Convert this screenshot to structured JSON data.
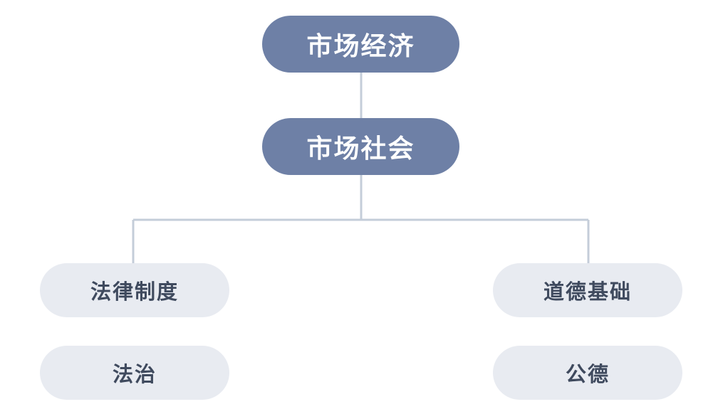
{
  "diagram": {
    "top": {
      "market_economy": "市场经济",
      "market_society": "市场社会"
    },
    "left": {
      "legal_system": "法律制度",
      "rule_of_law": "法治"
    },
    "right": {
      "moral_basis": "道德基础",
      "public_ethics": "公德"
    },
    "colors": {
      "primary_node": "#6e80a6",
      "secondary_node": "#e8ebf1",
      "connector": "#c4cdd9",
      "secondary_text": "#3f4a5e"
    }
  }
}
